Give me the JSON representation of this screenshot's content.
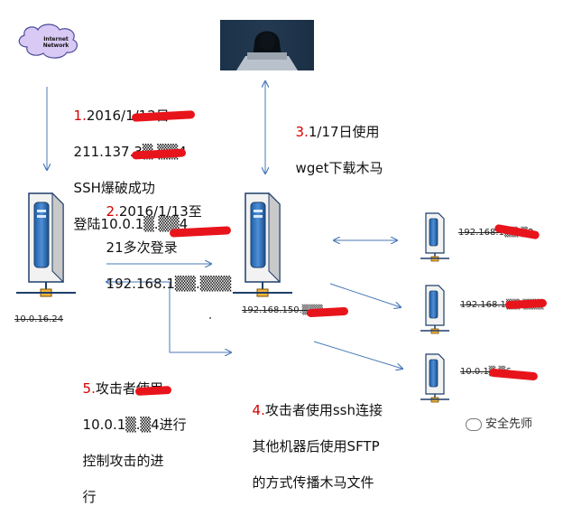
{
  "cloud": {
    "label_line1": "Internet",
    "label_line2": "Network"
  },
  "steps": [
    {
      "num": "1.",
      "lines": [
        "2016/1/12日",
        "211.137.3▒.▒▒4",
        "SSH爆破成功",
        "登陆10.0.1▒.▒▒4"
      ]
    },
    {
      "num": "2.",
      "lines": [
        "2016/1/13至",
        "21多次登录",
        "192.168.1▒▒.▒▒▒"
      ]
    },
    {
      "num": "3.",
      "lines": [
        "1/17日使用",
        "wget下载木马"
      ]
    },
    {
      "num": "4.",
      "lines": [
        "攻击者使用ssh连接",
        "其他机器后使用SFTP",
        "的方式传播木马文件"
      ]
    },
    {
      "num": "5.",
      "lines": [
        "攻击者使用",
        "10.0.1▒.▒4进行",
        "控制攻击的进",
        "行"
      ]
    }
  ],
  "hosts": {
    "compromised_ip": "10.0.16.24",
    "pivot_ip": "192.168.150.▒▒▒",
    "target1_ip": "192.168.1▒▒.▒2",
    "target2_ip": "192.168.1▒▒.▒▒▒",
    "target3_ip": "10.0.1▒.▒6"
  },
  "watermark": "安全先师",
  "colors": {
    "arrow": "#4a7ab8",
    "step_number": "#d40000",
    "redaction": "#e8141b",
    "server_blue": "#2d6bb0"
  }
}
